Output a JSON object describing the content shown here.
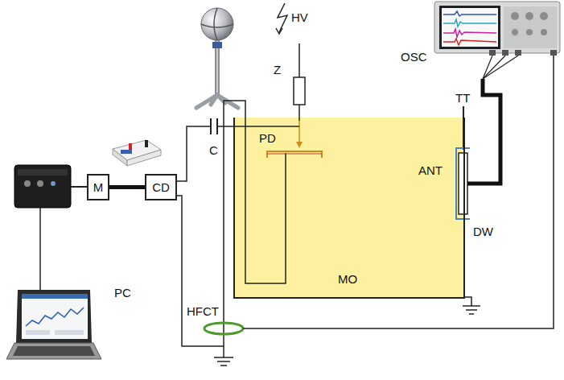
{
  "diagram": {
    "nodes": [
      {
        "text": [
          "M"
        ]
      },
      {
        "text": [
          "CD"
        ]
      },
      {
        "text": [
          "PD",
          "MO"
        ]
      }
    ],
    "edges": [
      {
        "from": 0,
        "to": 1,
        "arrow": "none"
      }
    ],
    "labels": [
      "HV",
      "OSC",
      "Z",
      "C",
      "TT",
      "ANT",
      "DW",
      "PC",
      "HFCT"
    ]
  }
}
